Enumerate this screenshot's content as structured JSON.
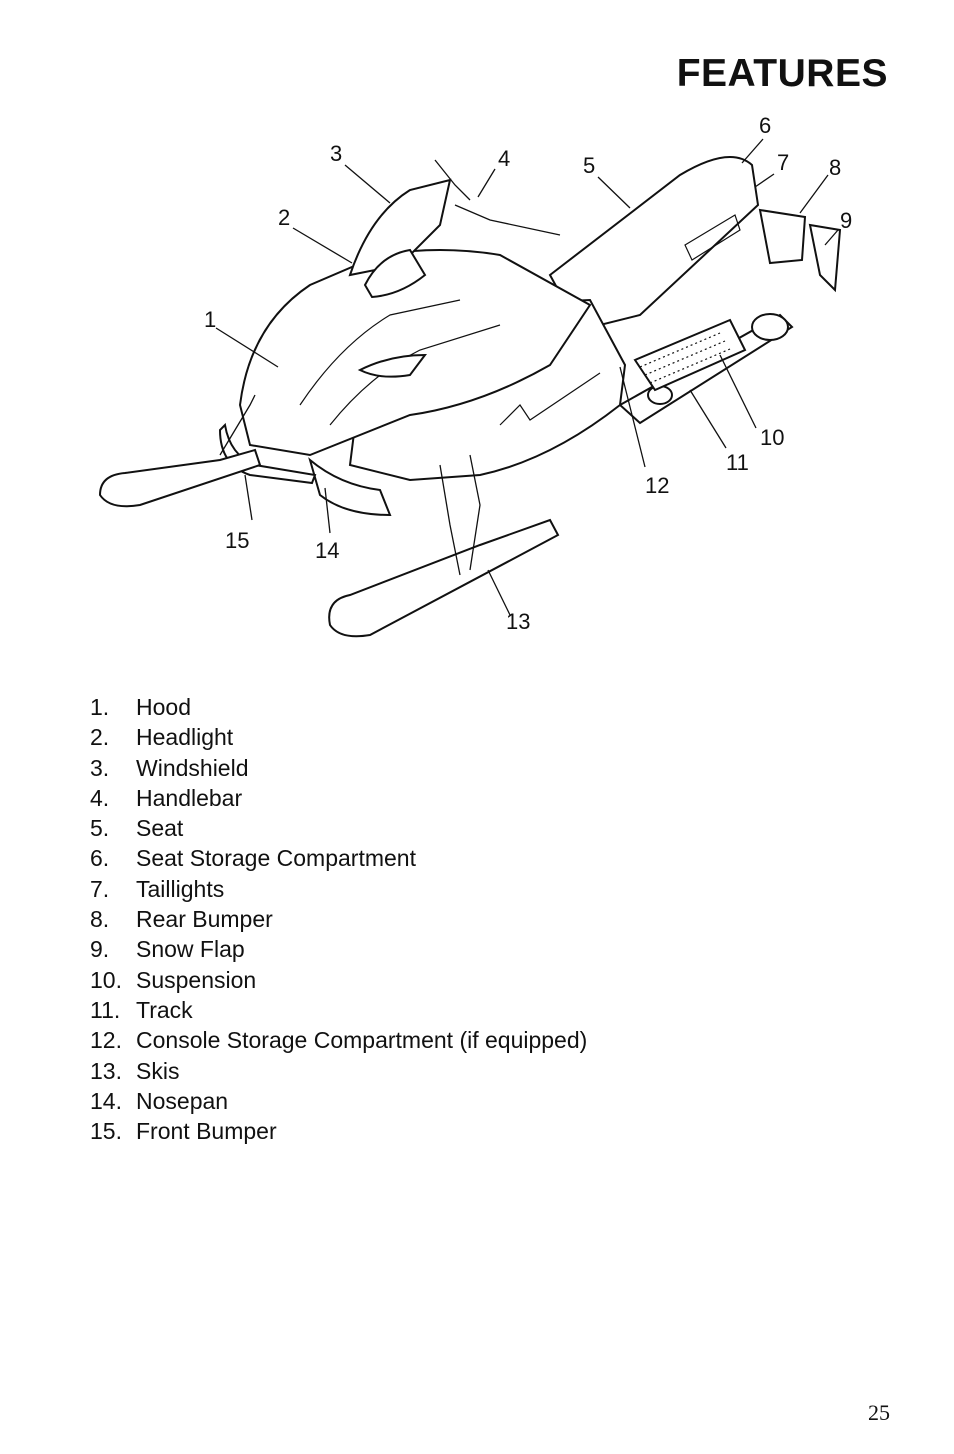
{
  "page": {
    "title": "FEATURES",
    "page_number": "25"
  },
  "figure": {
    "callouts": [
      "1",
      "2",
      "3",
      "4",
      "5",
      "6",
      "7",
      "8",
      "9",
      "10",
      "11",
      "12",
      "13",
      "14",
      "15"
    ]
  },
  "parts": [
    {
      "num": "1.",
      "label": "Hood"
    },
    {
      "num": "2.",
      "label": "Headlight"
    },
    {
      "num": "3.",
      "label": "Windshield"
    },
    {
      "num": "4.",
      "label": "Handlebar"
    },
    {
      "num": "5.",
      "label": "Seat"
    },
    {
      "num": "6.",
      "label": "Seat Storage Compartment"
    },
    {
      "num": "7.",
      "label": "Taillights"
    },
    {
      "num": "8.",
      "label": "Rear Bumper"
    },
    {
      "num": "9.",
      "label": "Snow Flap"
    },
    {
      "num": "10.",
      "label": "Suspension"
    },
    {
      "num": "11.",
      "label": "Track"
    },
    {
      "num": "12.",
      "label": "Console Storage Compartment (if equipped)"
    },
    {
      "num": "13.",
      "label": "Skis"
    },
    {
      "num": "14.",
      "label": "Nosepan"
    },
    {
      "num": "15.",
      "label": "Front Bumper"
    }
  ]
}
